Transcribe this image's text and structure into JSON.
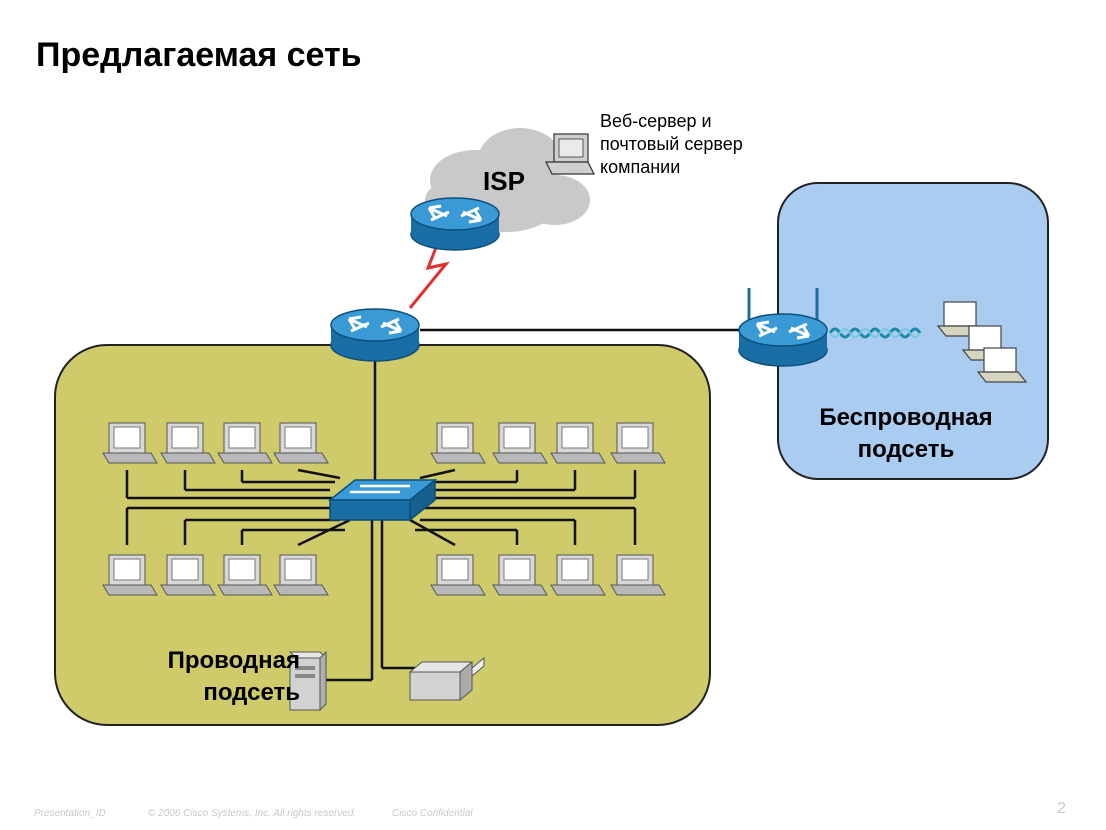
{
  "title": "Предлагаемая сеть",
  "isp_label": "ISP",
  "server_caption": [
    "Веб-сервер и",
    "почтовый сервер",
    "компании"
  ],
  "wired_subnet_label": [
    "Проводная",
    "подсеть"
  ],
  "wireless_subnet_label": [
    "Беспроводная",
    "подсеть"
  ],
  "footer": {
    "presentation_id": "Presentation_ID",
    "copyright": "© 2006 Cisco Systems, Inc. All rights reserved.",
    "confidential": "Cisco Confidential",
    "page_number": "2"
  },
  "colors": {
    "wired_zone": "#cfcb6b",
    "wireless_zone": "#a9ccf0",
    "router": "#2b8fc7",
    "wan_link": "#e03030",
    "cloud": "#c8c8c8"
  }
}
